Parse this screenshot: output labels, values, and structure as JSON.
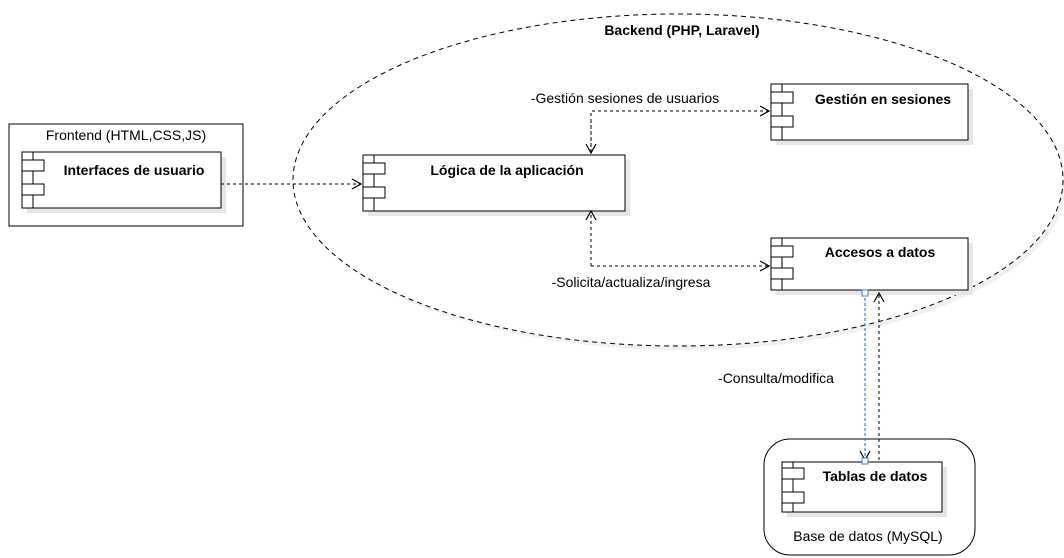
{
  "diagram": {
    "backend": {
      "title": "Backend (PHP, Laravel)"
    },
    "frontend": {
      "title": "Frontend (HTML,CSS,JS)",
      "component": "Interfaces de usuario"
    },
    "components": {
      "logic": "Lógica de la aplicación",
      "sessions": "Gestión en sesiones",
      "data_access": "Accesos a datos"
    },
    "database": {
      "title": "Base de datos (MySQL)",
      "component": "Tablas de datos"
    },
    "edges": {
      "sessions_label": "-Gestión sesiones de usuarios",
      "data_label": "-Solicita/actualiza/ingresa",
      "db_label": "-Consulta/modifica"
    },
    "colors": {
      "line": "#000000",
      "shadow": "#e6e6e6",
      "selection": "#3b7fd6"
    }
  }
}
